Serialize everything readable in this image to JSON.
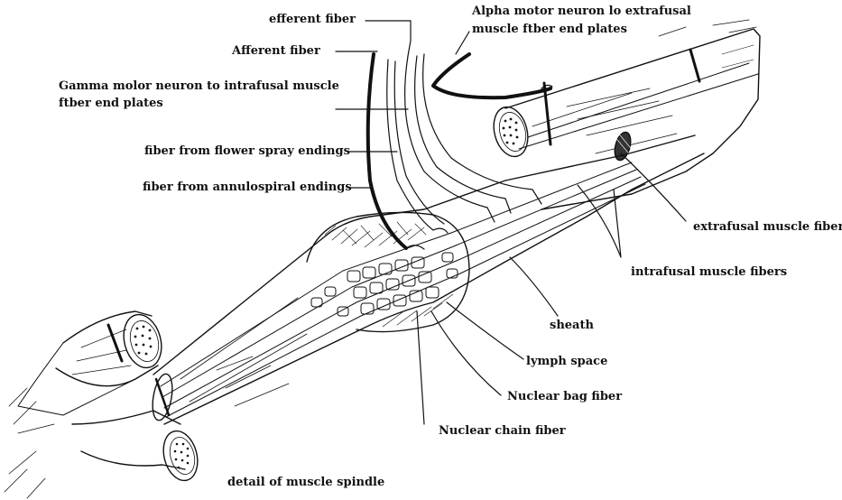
{
  "labels": {
    "efferent": "efferent fiber",
    "alpha_line1": "Alpha motor neuron  lo  extrafusal",
    "alpha_line2": "muscle  ftber end plates",
    "afferent": "Afferent fiber",
    "gamma_line1": "Gamma molor neuron  to intrafusal muscle",
    "gamma_line2": "ftber end plates",
    "flower_spray": "fiber from flower spray endings",
    "annulospiral": "fiber from annulospiral endings",
    "extrafusal": "extrafusal muscle fiber",
    "intrafusal": "intrafusal muscle fibers",
    "sheath": "sheath",
    "lymph_space": "lymph space",
    "nuclear_bag": "Nuclear bag fiber",
    "nuclear_chain": "Nuclear  chain  fiber",
    "caption": "detail of muscle  spindle"
  },
  "colors": {
    "ink": "#111111",
    "background": "#ffffff"
  }
}
